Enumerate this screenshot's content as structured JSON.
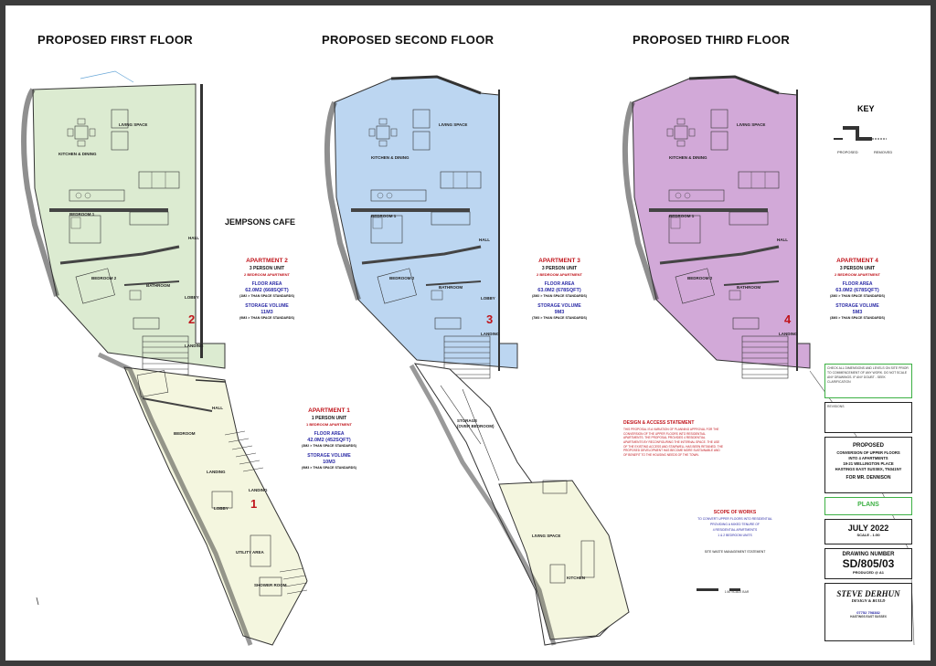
{
  "headings": [
    "PROPOSED FIRST FLOOR",
    "PROPOSED SECOND FLOOR",
    "PROPOSED THIRD FLOOR"
  ],
  "neighbour": "JEMPSONS CAFE",
  "rooms": {
    "living": "LIVING SPACE",
    "kitchen": "KITCHEN & DINING",
    "kitchen_only": "KITCHEN",
    "bed1": "BEDROOM 1",
    "bed2": "BEDROOM 2",
    "bedroom": "BEDROOM",
    "hall": "HALL",
    "bathroom": "BATHROOM",
    "lobby": "LOBBY",
    "landing": "LANDING",
    "storage": "STORAGE",
    "storage_note": "(OVER BEDROOM)",
    "utility": "UTILITY AREA",
    "shower": "SHOWER ROOM"
  },
  "labels": {
    "floor_area": "FLOOR AREA",
    "storage": "STORAGE VOLUME"
  },
  "apartments": [
    {
      "number": "1",
      "title": "APARTMENT 1",
      "persons": "1 PERSON UNIT",
      "type": "1 BEDROOM APARTMENT",
      "area": "42.0M2 (452SQFT)",
      "area_note": "(3M2 > THAN SPACE STANDARDS)",
      "storage": "10M3",
      "storage_note": "(9M3 > THAN SPACE STANDARDS)"
    },
    {
      "number": "2",
      "title": "APARTMENT 2",
      "persons": "3 PERSON UNIT",
      "type": "2 BEDROOM APARTMENT",
      "area": "62.0M2 (668SQFT)",
      "area_note": "(1M2 > THAN SPACE STANDARDS)",
      "storage": "11M3",
      "storage_note": "(9M3 > THAN SPACE STANDARDS)"
    },
    {
      "number": "3",
      "title": "APARTMENT 3",
      "persons": "3 PERSON UNIT",
      "type": "2 BEDROOM APARTMENT",
      "area": "63.0M2 (678SQFT)",
      "area_note": "(2M2 > THAN SPACE STANDARDS)",
      "storage": "9M3",
      "storage_note": "(7M3 > THAN SPACE STANDARDS)"
    },
    {
      "number": "4",
      "title": "APARTMENT 4",
      "persons": "3 PERSON UNIT",
      "type": "2 BEDROOM APARTMENT",
      "area": "63.0M2 (678SQFT)",
      "area_note": "(2M2 > THAN SPACE STANDARDS)",
      "storage": "5M3",
      "storage_note": "(3M3 > THAN SPACE STANDARDS)"
    }
  ],
  "key": {
    "title": "KEY",
    "proposed": "PROPOSED",
    "removed": "REMOVED"
  },
  "notes": [
    "CHECK ALL DIMENSIONS AND LEVELS ON SITE PRIOR TO COMMENCEMENT OF ANY WORK. DO NOT SCALE ANY DRAWINGS. IF ANY DOUBT - SEEK CLARIFICATION"
  ],
  "revisions": "REVISIONS",
  "design": {
    "title": "DESIGN & ACCESS STATEMENT",
    "text": "THIS PROPOSAL IS A VARIATION OF PLANNING APPROVAL FOR THE CONVERSION OF THE UPPER FLOORS INTO RESIDENTIAL APARTMENTS. THE PROPOSAL PROVIDES 4 RESIDENTIAL APARTMENTS BY RECONFIGURING THE INTERNAL SPACE. THE USE OF THE EXISTING ACCESS AND STAIRWELL HAS BEEN RETAINED. THE PROPOSED DEVELOPMENT HAS BECOME MORE SUSTAINABLE AND OF BENEFIT TO THE HOUSING NEEDS OF THE TOWN."
  },
  "scope": {
    "title": "SCOPE OF WORKS",
    "lines": [
      "TO CONVERT UPPER FLOORS INTO RESIDENTIAL",
      "PROVIDING A MIXED TENURE OF",
      "4 RESIDENTIAL APARTMENTS",
      "1 & 2 BEDROOM UNITS"
    ],
    "waste": "SITE WASTE MANAGEMENT STATEMENT",
    "scale_bar": "1:50 SCALE BAR"
  },
  "title_block": {
    "heading": "PROPOSED",
    "line1": "CONVERSION OF UPPER FLOORS",
    "line2": "INTO 4 APARTMENTS",
    "line3": "19-21 WELLINGTON PLACE",
    "line4": "HASTINGS EAST SUSSEX, TN341NY",
    "client": "FOR MR. DENNISON",
    "type": "PLANS",
    "date": "JULY 2022",
    "scale": "SCALE - 1:50",
    "number_label": "DRAWING NUMBER",
    "number": "SD/805/03",
    "produced": "PRODUCED @ A1"
  },
  "company": {
    "name": "STEVE DERHUN",
    "tag": "DESIGN & BUILD",
    "phone": "07752 798382",
    "address": "HASTINGS EAST SUSSEX"
  }
}
